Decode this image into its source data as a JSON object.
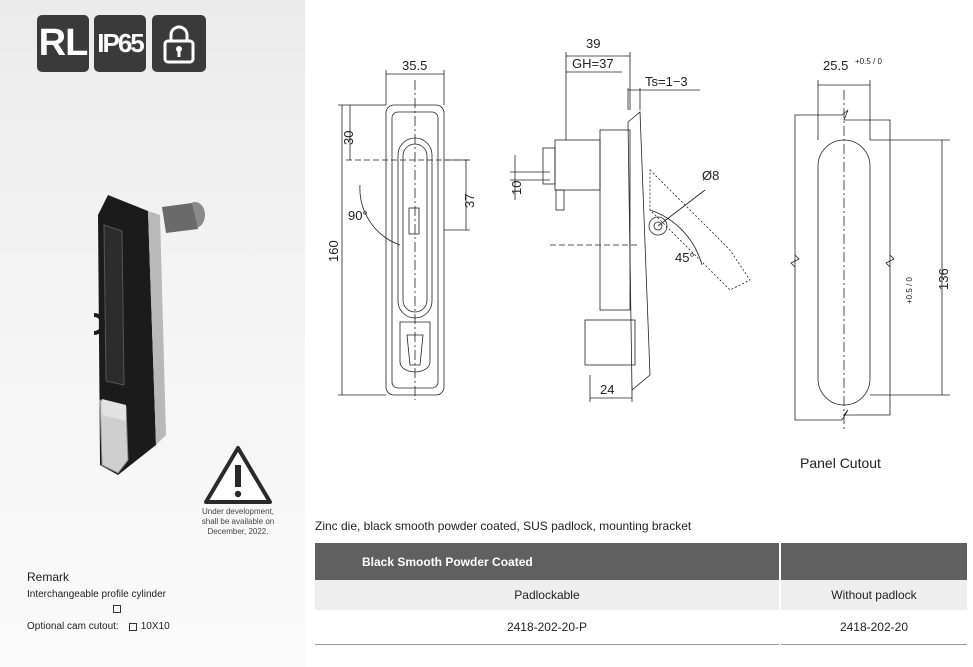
{
  "badges": {
    "rl": "RL",
    "ip": "IP65",
    "lock_icon": "padlock-icon"
  },
  "warning": {
    "icon": "warning-triangle-icon",
    "line1": "Under development,",
    "line2": "shall be available on",
    "line3": "December, 2022."
  },
  "remark": {
    "title": "Remark",
    "line1": "Interchangeable profile cylinder",
    "line2_label": "Optional cam cutout:",
    "line2_value": "10X10"
  },
  "drawing": {
    "front": {
      "width": "35.5",
      "top": "30",
      "slot": "37",
      "height": "160",
      "angle": "90°"
    },
    "side": {
      "depth": "39",
      "gh": "GH=37",
      "ts": "Ts=1−3",
      "cam": "10",
      "hole": "Ø8",
      "angle": "45°",
      "base": "24"
    },
    "cutout": {
      "width": "25.5",
      "width_tol": "+0.5 / 0",
      "height": "136",
      "height_tol": "+0.5 / 0"
    }
  },
  "panel_label": "Panel Cutout",
  "description": "Zinc die, black smooth powder coated, SUS padlock, mounting bracket",
  "table": {
    "header": "Black Smooth Powder Coated",
    "col1": "Padlockable",
    "col2": "Without padlock",
    "row": {
      "c1": "2418-202-20-P",
      "c2": "2418-202-20"
    }
  }
}
